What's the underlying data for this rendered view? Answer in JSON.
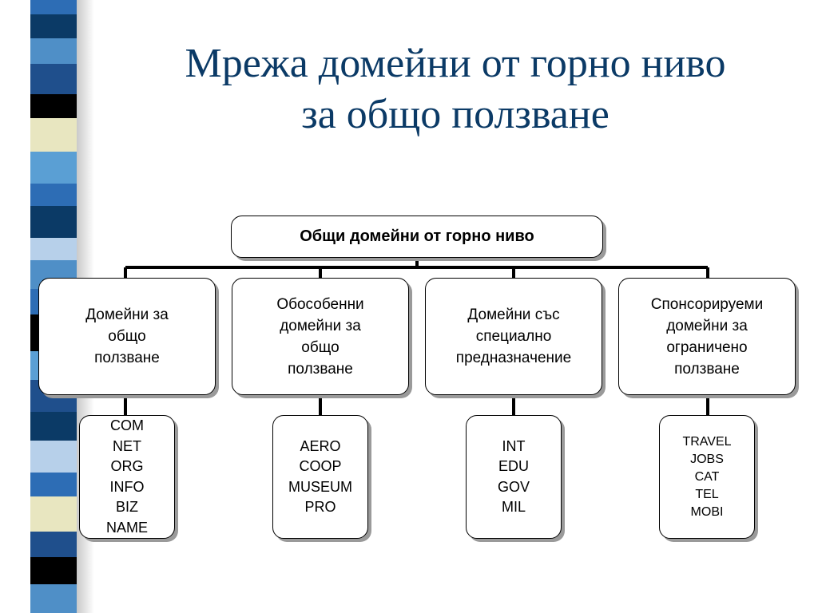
{
  "slide": {
    "title_line1": "Мрежа домейни от горно ниво",
    "title_line2": "за общо ползване"
  },
  "colors": {
    "title": "#0b3a66",
    "stripes": [
      "#1f4f8c",
      "#5a9fd4",
      "#0b3a66",
      "#000000",
      "#e8e6c0",
      "#b7d0ea",
      "#2d6db5",
      "#4f8fc7"
    ]
  },
  "diagram": {
    "root": "Общи домейни от горно ниво",
    "categories": [
      {
        "lines": [
          "Домейни за",
          "общо",
          "ползване"
        ],
        "domains": [
          "COM",
          "NET",
          "ORG",
          "INFO",
          "BIZ",
          "NAME"
        ]
      },
      {
        "lines": [
          "Обособенни",
          "домейни за",
          "общо",
          "ползване"
        ],
        "domains": [
          "AERO",
          "COOP",
          "MUSEUM",
          "PRO"
        ]
      },
      {
        "lines": [
          "Домейни със",
          "специално",
          "предназначение"
        ],
        "domains": [
          "INT",
          "EDU",
          "GOV",
          "MIL"
        ]
      },
      {
        "lines": [
          "Спонсорируеми",
          "домейни за",
          "ограничено",
          "ползване"
        ],
        "domains": [
          "TRAVEL",
          "JOBS",
          "CAT",
          "TEL",
          "MOBI"
        ]
      }
    ]
  }
}
